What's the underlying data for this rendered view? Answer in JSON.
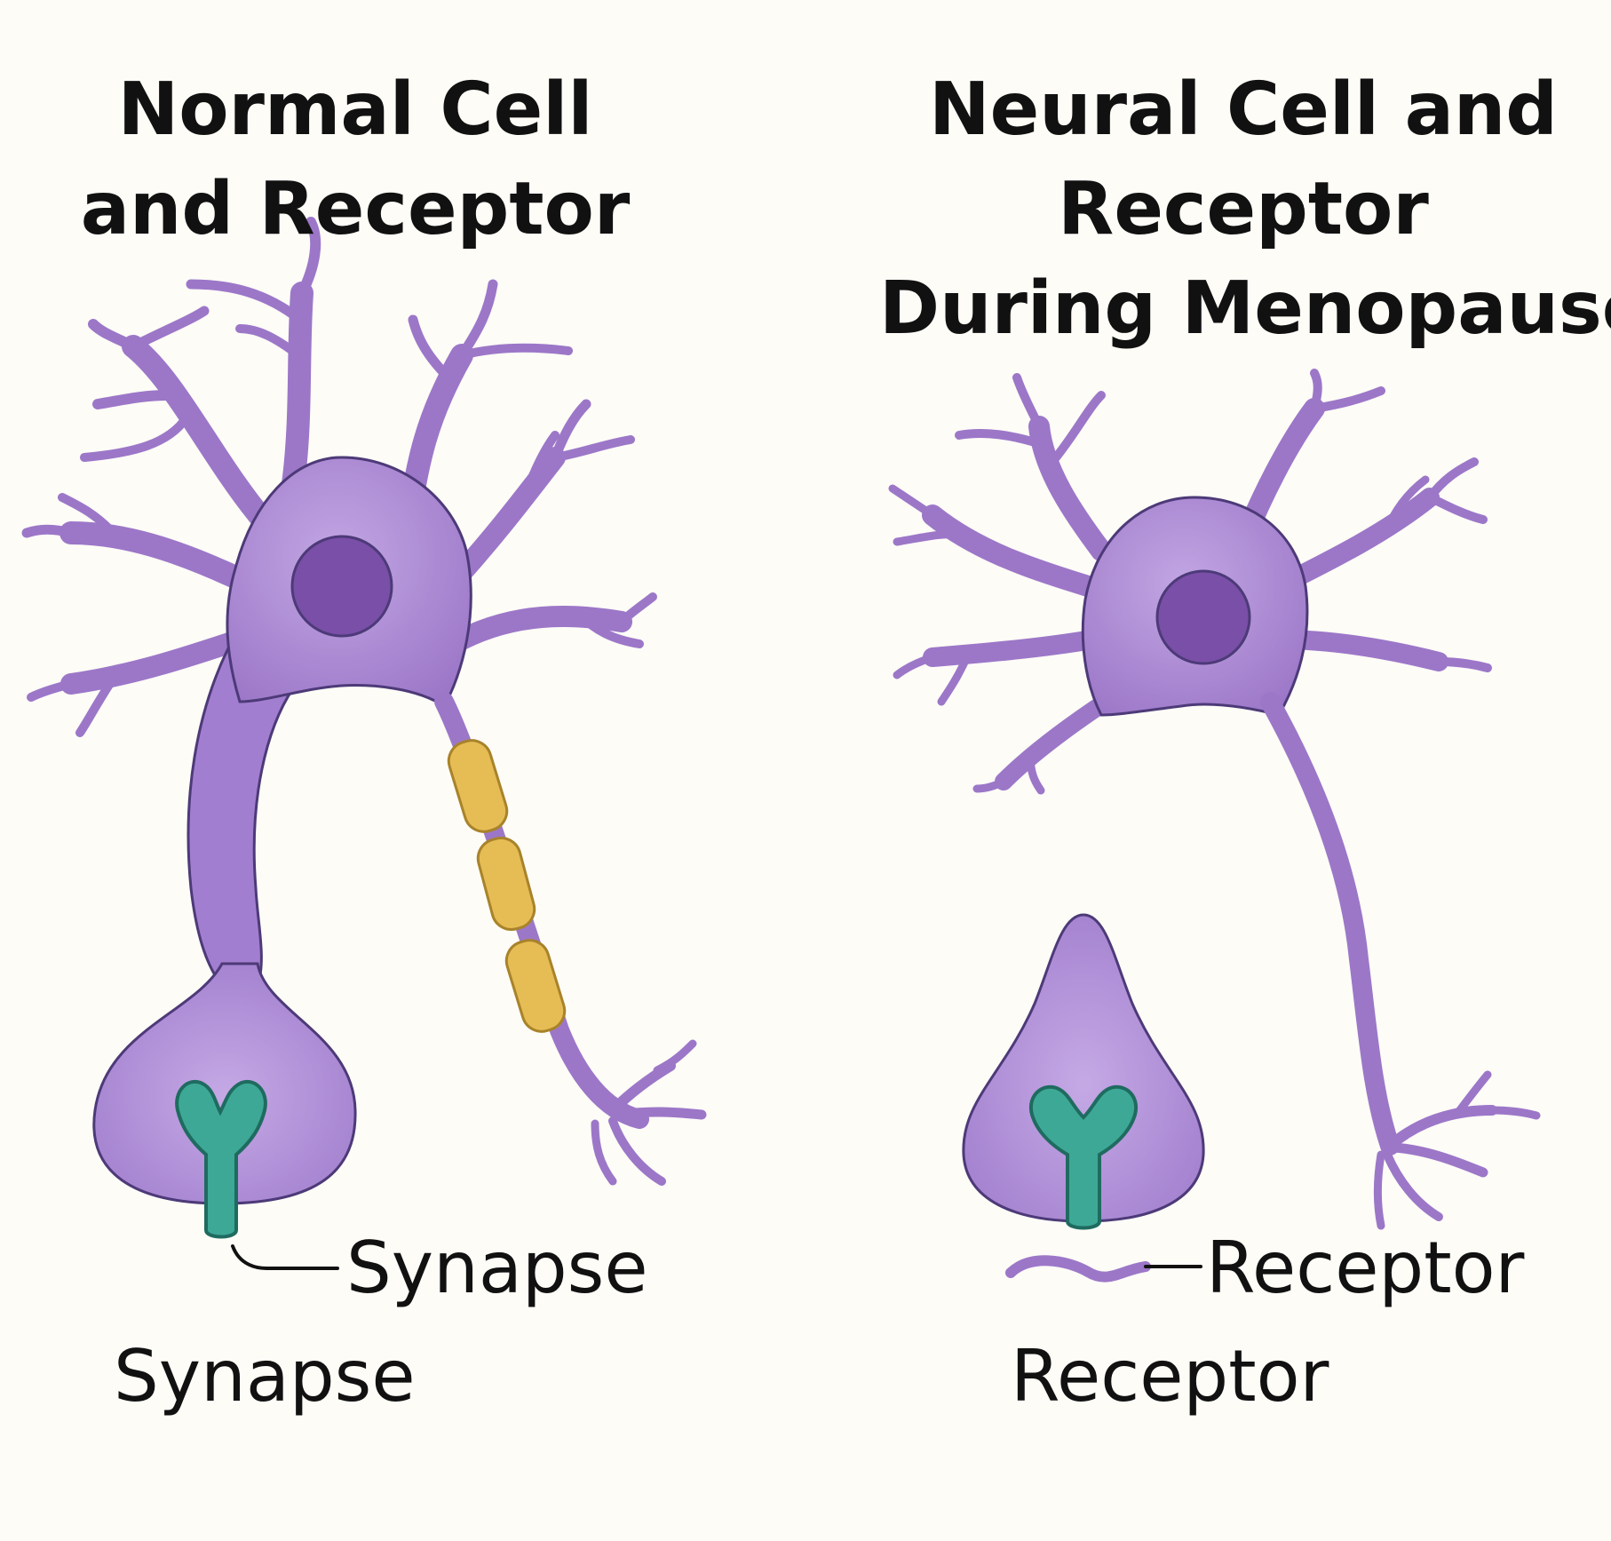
{
  "panels": {
    "left": {
      "title_lines": [
        "Normal Cell",
        "and Receptor"
      ],
      "callout": "Synapse",
      "caption": "Synapse"
    },
    "right": {
      "title_lines": [
        "Neural Cell and",
        "Receptor",
        "During Menopause"
      ],
      "callout": "Receptor",
      "caption": "Receptor"
    }
  },
  "colors": {
    "background": "#fdfcf7",
    "neuron_fill": "#a27ed0",
    "neuron_light": "#c2a6e3",
    "neuron_outline": "#4d3a78",
    "nucleus": "#7a4fa8",
    "myelin": "#e6bc55",
    "myelin_outline": "#a8832a",
    "receptor": "#3da896",
    "receptor_outline": "#1f6b60"
  }
}
